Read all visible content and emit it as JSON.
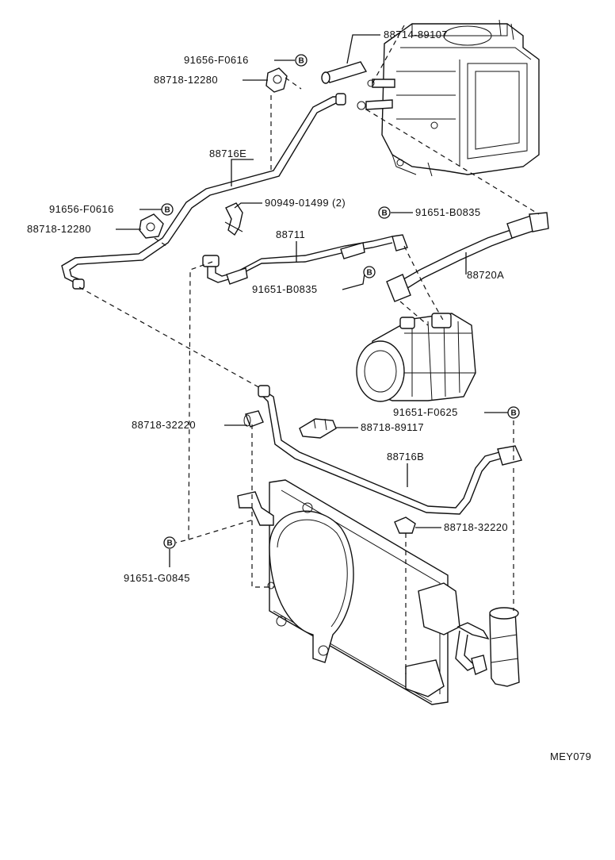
{
  "callouts": [
    {
      "id": "c1",
      "text": "88714-89107"
    },
    {
      "id": "c2",
      "text": "91656-F0616"
    },
    {
      "id": "c3",
      "text": "88718-12280"
    },
    {
      "id": "c4",
      "text": "88716E"
    },
    {
      "id": "c5",
      "text": "91656-F0616"
    },
    {
      "id": "c6",
      "text": "88718-12280"
    },
    {
      "id": "c7",
      "text": "90949-01499 (2)"
    },
    {
      "id": "c8",
      "text": "91651-B0835"
    },
    {
      "id": "c9",
      "text": "88711"
    },
    {
      "id": "c10",
      "text": "88720A"
    },
    {
      "id": "c11",
      "text": "91651-B0835"
    },
    {
      "id": "c12",
      "text": "91651-F0625"
    },
    {
      "id": "c13",
      "text": "88718-32220"
    },
    {
      "id": "c14",
      "text": "88718-89117"
    },
    {
      "id": "c15",
      "text": "88716B"
    },
    {
      "id": "c16",
      "text": "88718-32220"
    },
    {
      "id": "c17",
      "text": "91651-G0845"
    }
  ],
  "bolt_marker": "B",
  "diagram_code": "MEY079"
}
